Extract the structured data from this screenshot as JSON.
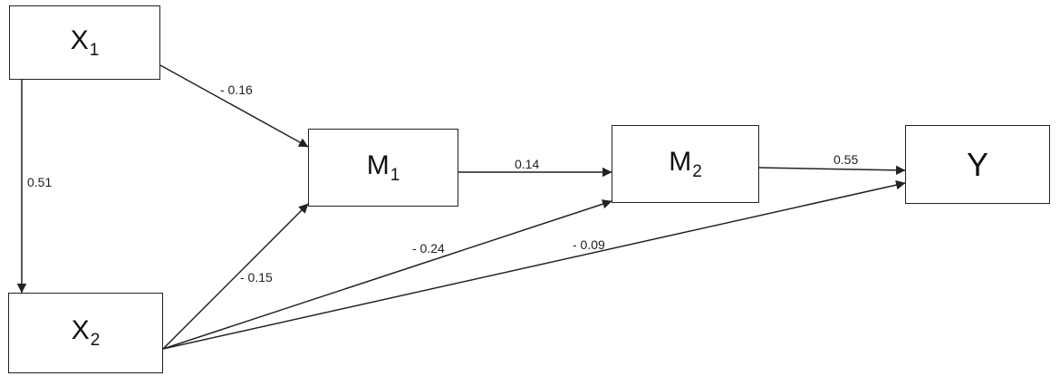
{
  "nodes": {
    "x1": {
      "base": "X",
      "sub": "1"
    },
    "x2": {
      "base": "X",
      "sub": "2"
    },
    "m1": {
      "base": "M",
      "sub": "1"
    },
    "m2": {
      "base": "M",
      "sub": "2"
    },
    "y": {
      "base": "Y",
      "sub": ""
    }
  },
  "edges": [
    {
      "id": "x1-m1",
      "from": "X1",
      "to": "M1",
      "coefficient": "- 0.16"
    },
    {
      "id": "x1-x2",
      "from": "X1",
      "to": "X2",
      "coefficient": "0.51"
    },
    {
      "id": "m1-m2",
      "from": "M1",
      "to": "M2",
      "coefficient": "0.14"
    },
    {
      "id": "m2-y",
      "from": "M2",
      "to": "Y",
      "coefficient": "0.55"
    },
    {
      "id": "x2-m1",
      "from": "X2",
      "to": "M1",
      "coefficient": "- 0.15"
    },
    {
      "id": "x2-m2",
      "from": "X2",
      "to": "M2",
      "coefficient": "- 0.24"
    },
    {
      "id": "x2-y",
      "from": "X2",
      "to": "Y",
      "coefficient": "- 0.09"
    }
  ],
  "colors": {
    "line": "#222222",
    "background": "#ffffff"
  }
}
